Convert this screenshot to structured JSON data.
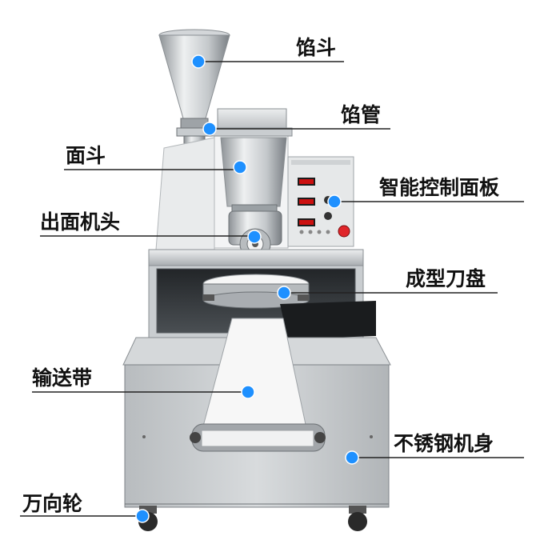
{
  "diagram": {
    "labels": {
      "filling_hopper": "馅斗",
      "filling_tube": "馅管",
      "dough_hopper": "面斗",
      "smart_control_panel": "智能控制面板",
      "dough_outlet_head": "出面机头",
      "forming_cutter_disc": "成型刀盘",
      "conveyor_belt": "输送带",
      "stainless_steel_body": "不锈钢机身",
      "universal_casters": "万向轮"
    },
    "colors": {
      "marker": "#1e90ff",
      "leader_line": "#222222",
      "label_text": "#111111",
      "steel_light": "#e3e5e7",
      "steel_mid": "#b9bdc1",
      "steel_dark": "#7d8287",
      "panel_red": "#e0252a",
      "display_red": "#cc1010"
    }
  }
}
